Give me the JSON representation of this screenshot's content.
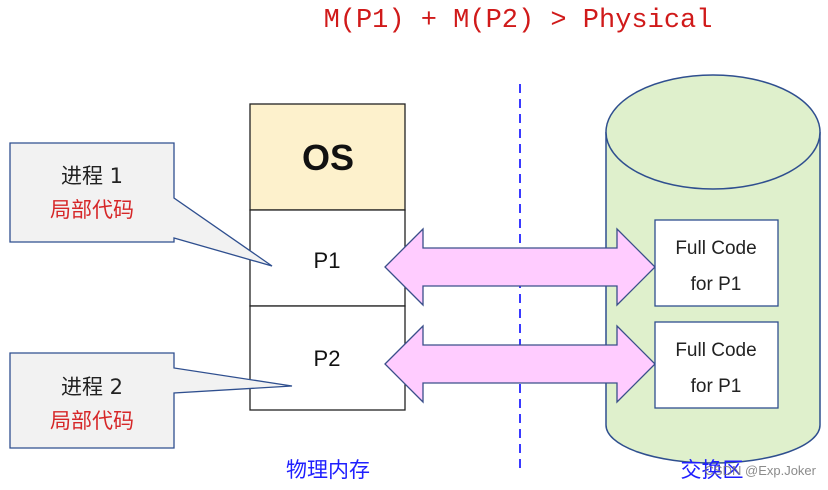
{
  "title": "M(P1) + M(P2) > Physical",
  "memory": {
    "label": "物理内存",
    "blocks": [
      {
        "id": "os",
        "label": "OS",
        "fill": "#fdf1cc"
      },
      {
        "id": "p1",
        "label": "P1",
        "fill": "#ffffff"
      },
      {
        "id": "p2",
        "label": "P2",
        "fill": "#ffffff"
      }
    ]
  },
  "callouts": [
    {
      "line1": "进程 1",
      "line2": "局部代码",
      "target": "P1"
    },
    {
      "line1": "进程 2",
      "line2": "局部代码",
      "target": "P2"
    }
  ],
  "swap": {
    "label": "交换区",
    "boxes": [
      {
        "line1": "Full Code",
        "line2": "for P1"
      },
      {
        "line1": "Full Code",
        "line2": "for P1"
      }
    ],
    "fill": "#dff0cc"
  },
  "colors": {
    "title": "#d01a1a",
    "accent_red": "#d62728",
    "label_blue": "#1f1fff",
    "arrow_fill": "#ffccff",
    "arrow_stroke": "#3a4f8a",
    "callout_fill": "#f2f2f2",
    "callout_stroke": "#2f4f8f"
  },
  "watermark": "CSDN @Exp.Joker"
}
